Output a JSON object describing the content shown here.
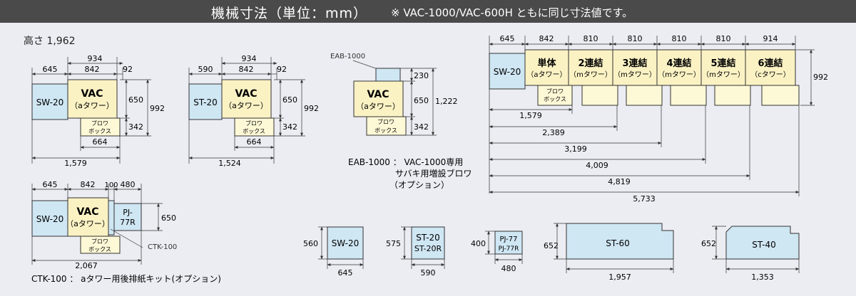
{
  "header": {
    "title": "機械寸法（単位：mm）",
    "note": "※ VAC-1000/VAC-600H ともに同じ寸法値です。"
  },
  "colors": {
    "header_bg": "#4a4a4a",
    "page_bg": "#ecedf3",
    "blue_unit": "#cfe6f3",
    "yellow_unit": "#fbf2c4",
    "cream_box": "#fdf8d6",
    "outline": "#333333"
  },
  "height_label": "高さ 1,962",
  "units": {
    "sw20": "SW-20",
    "st20": "ST-20",
    "vac": "VAC",
    "vac_sub": "（aタワー）",
    "blower_line1": "ブロワ",
    "blower_line2": "ボックス",
    "pj77_line1": "PJ-",
    "pj77_line2": "77R",
    "eab": "EAB-1000",
    "ctk": "CTK-100"
  },
  "dims": {
    "d645": "645",
    "d842": "842",
    "d934": "934",
    "d92": "92",
    "d650": "650",
    "d992": "992",
    "d342": "342",
    "d664": "664",
    "d1579": "1,579",
    "d590": "590",
    "d1524": "1,524",
    "d230": "230",
    "d1222": "1,222",
    "d100": "100",
    "d480": "480",
    "d2067": "2,067",
    "d810": "810",
    "d914": "914",
    "d2389": "2,389",
    "d3199": "3,199",
    "d4009": "4,009",
    "d4819": "4,819",
    "d5733": "5,733",
    "d560": "560",
    "d575": "575",
    "d400": "400",
    "d652": "652",
    "d1957": "1,957",
    "d1353": "1,353"
  },
  "notes": {
    "eab_line1": "EAB-1000 ： VAC-1000専用",
    "eab_line2": "サバキ用増設ブロワ",
    "eab_line3": "（オプション）",
    "ctk": "CTK-100 ： aタワー用後排紙キット(オプション)"
  },
  "multi": {
    "sw20": "SW-20",
    "towers": [
      {
        "name": "単体",
        "sub": "（aタワー）"
      },
      {
        "name": "2連結",
        "sub": "（mタワー）"
      },
      {
        "name": "3連結",
        "sub": "（mタワー）"
      },
      {
        "name": "4連結",
        "sub": "（mタワー）"
      },
      {
        "name": "5連結",
        "sub": "（mタワー）"
      },
      {
        "name": "6連結",
        "sub": "（cタワー）"
      }
    ]
  },
  "footprints": {
    "sw20": "SW-20",
    "st20": "ST-20",
    "st20r": "ST-20R",
    "pj77": "PJ-77",
    "pj77r": "PJ-77R",
    "st60": "ST-60",
    "st40": "ST-40"
  }
}
